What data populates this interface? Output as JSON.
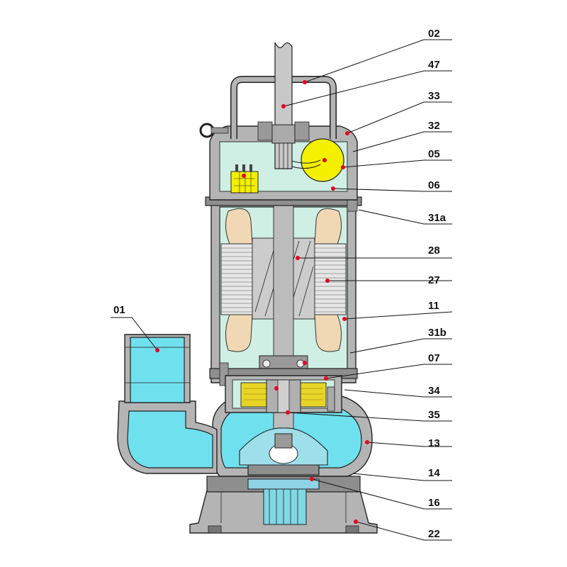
{
  "colors": {
    "casing": "#b4b4b4",
    "casing_dark": "#8e8e8e",
    "motor_chamber": "#cfeee4",
    "water": "#6fe0ee",
    "winding": "#f0d8b4",
    "seal_oil": "#e8d426",
    "capacitor": "#f4f000",
    "leader_dot": "#e8001c"
  },
  "callouts": [
    {
      "id": "02",
      "label": "02"
    },
    {
      "id": "47",
      "label": "47"
    },
    {
      "id": "33",
      "label": "33"
    },
    {
      "id": "32",
      "label": "32"
    },
    {
      "id": "05",
      "label": "05"
    },
    {
      "id": "06",
      "label": "06"
    },
    {
      "id": "31a",
      "label": "31a"
    },
    {
      "id": "28",
      "label": "28"
    },
    {
      "id": "27",
      "label": "27"
    },
    {
      "id": "11",
      "label": "11"
    },
    {
      "id": "31b",
      "label": "31b"
    },
    {
      "id": "07",
      "label": "07"
    },
    {
      "id": "34",
      "label": "34"
    },
    {
      "id": "35",
      "label": "35"
    },
    {
      "id": "13",
      "label": "13"
    },
    {
      "id": "14",
      "label": "14"
    },
    {
      "id": "16",
      "label": "16"
    },
    {
      "id": "22",
      "label": "22"
    },
    {
      "id": "01",
      "label": "01"
    }
  ]
}
